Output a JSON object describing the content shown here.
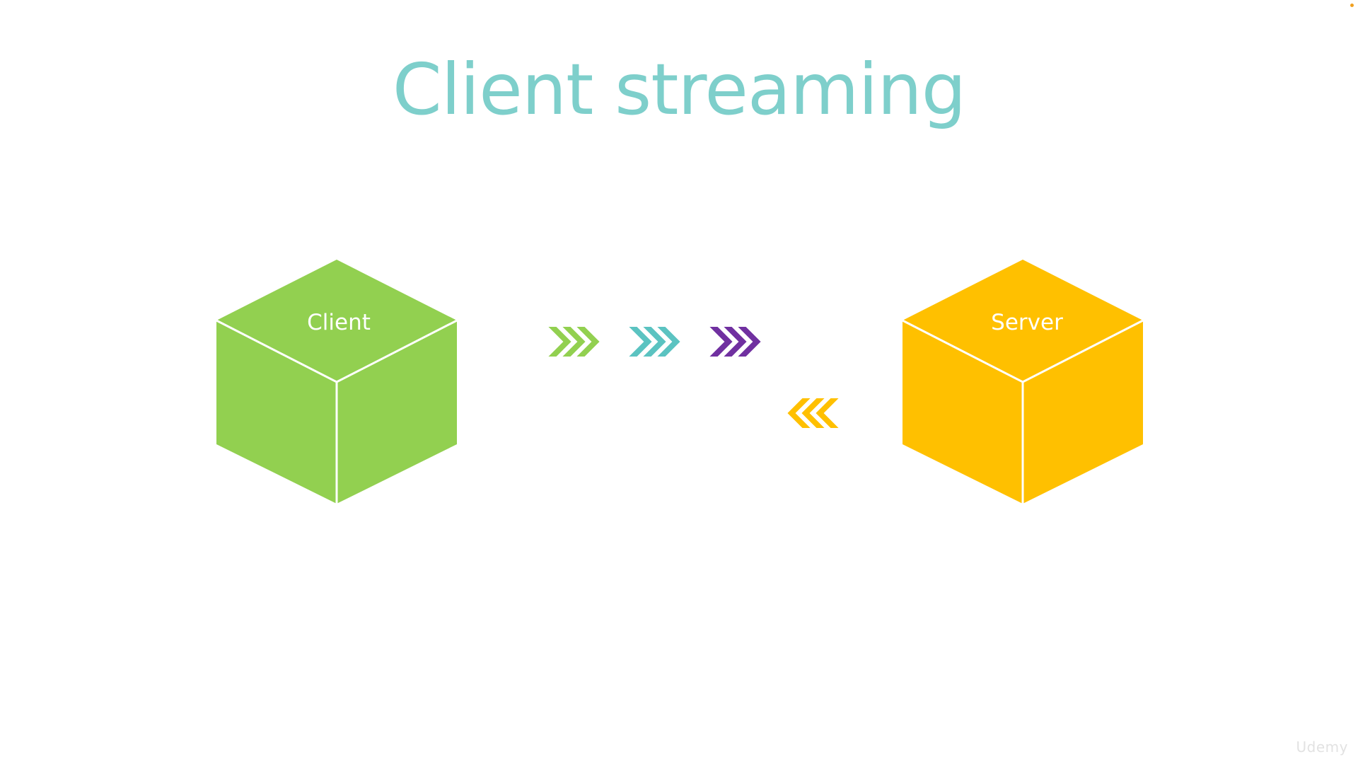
{
  "slide": {
    "title": "Client streaming",
    "watermark": "Udemy"
  },
  "colors": {
    "title": "#7ECFCB",
    "client": "#92D050",
    "teal": "#5BC3C1",
    "purple": "#7030A0",
    "server": "#FFC000",
    "edge": "#ffffff",
    "corner_dot": "#F0A020"
  },
  "diagram": {
    "client": {
      "label": "Client",
      "color": "#92D050"
    },
    "server": {
      "label": "Server",
      "color": "#FFC000"
    },
    "requests": [
      {
        "direction": "right",
        "color": "#92D050",
        "icon": "chevron-right-icon"
      },
      {
        "direction": "right",
        "color": "#5BC3C1",
        "icon": "chevron-right-icon"
      },
      {
        "direction": "right",
        "color": "#7030A0",
        "icon": "chevron-right-icon"
      }
    ],
    "response": {
      "direction": "left",
      "color": "#FFC000",
      "icon": "chevron-left-icon"
    }
  }
}
